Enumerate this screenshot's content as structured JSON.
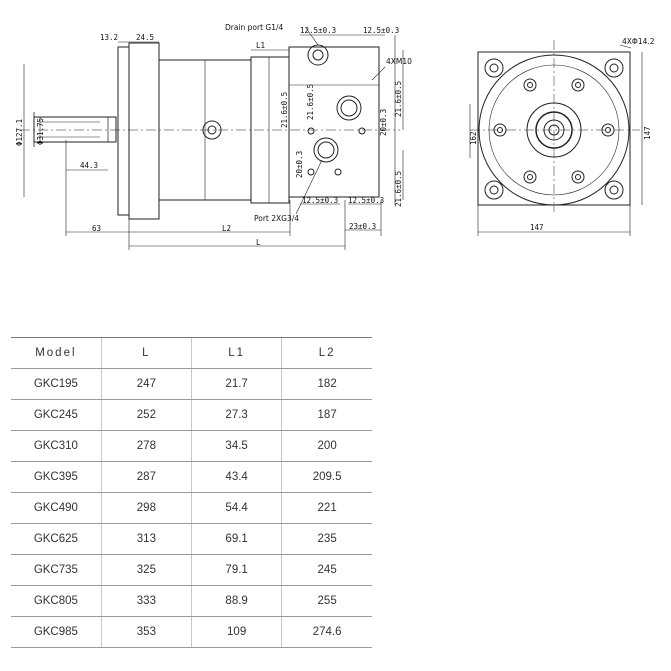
{
  "drawing": {
    "labels": {
      "drain_port": "Drain port G1/4",
      "port": "Port 2XG3/4",
      "bolt_holes_side": "4XM10",
      "bolt_holes_front": "4XΦ14.2",
      "dim_13_2": "13.2",
      "dim_24_5": "24.5",
      "dim_L1": "L1",
      "dim_12_5_top": "12.5±0.3",
      "dim_12_5_top2": "12.5±0.3",
      "dim_12_5_bot": "12.5±0.3",
      "dim_12_5_bot2": "12.5±0.3",
      "dim_23": "23±0.3",
      "dim_63": "63",
      "dim_L2": "L2",
      "dim_L": "L",
      "dim_44_3": "44.3",
      "dim_phi127": "Φ127.1",
      "dim_phi31": "Φ31.75",
      "dim_21_6_a": "21.6±0.5",
      "dim_21_6_b": "21.6±0.5",
      "dim_21_6_c": "21.6±0.5",
      "dim_21_6_d": "21.6±0.5",
      "dim_20_a": "20±0.3",
      "dim_20_b": "20±0.3",
      "dim_147_w": "147",
      "dim_147_h": "147",
      "dim_162": "162"
    }
  },
  "table": {
    "headers": [
      "Model",
      "L",
      "L1",
      "L2"
    ],
    "rows": [
      [
        "GKC195",
        "247",
        "21.7",
        "182"
      ],
      [
        "GKC245",
        "252",
        "27.3",
        "187"
      ],
      [
        "GKC310",
        "278",
        "34.5",
        "200"
      ],
      [
        "GKC395",
        "287",
        "43.4",
        "209.5"
      ],
      [
        "GKC490",
        "298",
        "54.4",
        "221"
      ],
      [
        "GKC625",
        "313",
        "69.1",
        "235"
      ],
      [
        "GKC735",
        "325",
        "79.1",
        "245"
      ],
      [
        "GKC805",
        "333",
        "88.9",
        "255"
      ],
      [
        "GKC985",
        "353",
        "109",
        "274.6"
      ]
    ]
  }
}
